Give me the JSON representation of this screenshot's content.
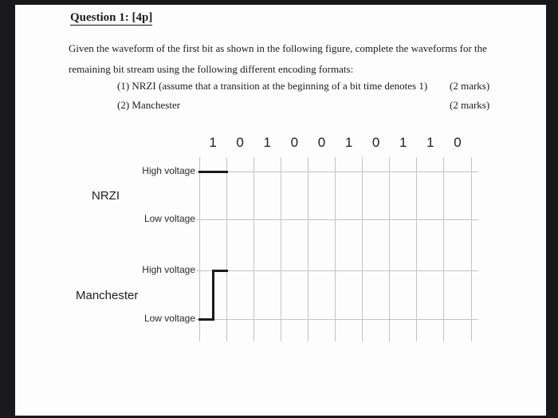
{
  "page": {
    "background": "#fdfdfd",
    "frame_color": "#19191b"
  },
  "question": {
    "title": "Question 1: [4p]",
    "paragraph_lines": [
      "Given the waveform of the first bit as shown in the following figure, complete the waveforms for the",
      "remaining bit stream using the following different encoding formats:"
    ],
    "items": [
      {
        "text": "(1) NRZI (assume that a transition at the beginning of a bit time denotes 1)",
        "marks": "(2 marks)"
      },
      {
        "text": "(2) Manchester",
        "marks": "(2 marks)"
      }
    ]
  },
  "figure": {
    "bits": [
      "1",
      "0",
      "1",
      "0",
      "0",
      "1",
      "0",
      "1",
      "1",
      "0"
    ],
    "rows": [
      {
        "name": "NRZI",
        "high_label": "High voltage",
        "low_label": "Low voltage",
        "given_segments": [
          {
            "start": 0,
            "end": 1,
            "level": "high"
          }
        ]
      },
      {
        "name": "Manchester",
        "high_label": "High voltage",
        "low_label": "Low voltage",
        "given_segments": [
          {
            "start": 0,
            "end": 0.5,
            "level": "low"
          },
          {
            "start": 0.5,
            "end": 1,
            "level": "high"
          }
        ]
      }
    ],
    "colors": {
      "grid": "#c4c4c4",
      "waveform": "#1a1a1a"
    }
  }
}
